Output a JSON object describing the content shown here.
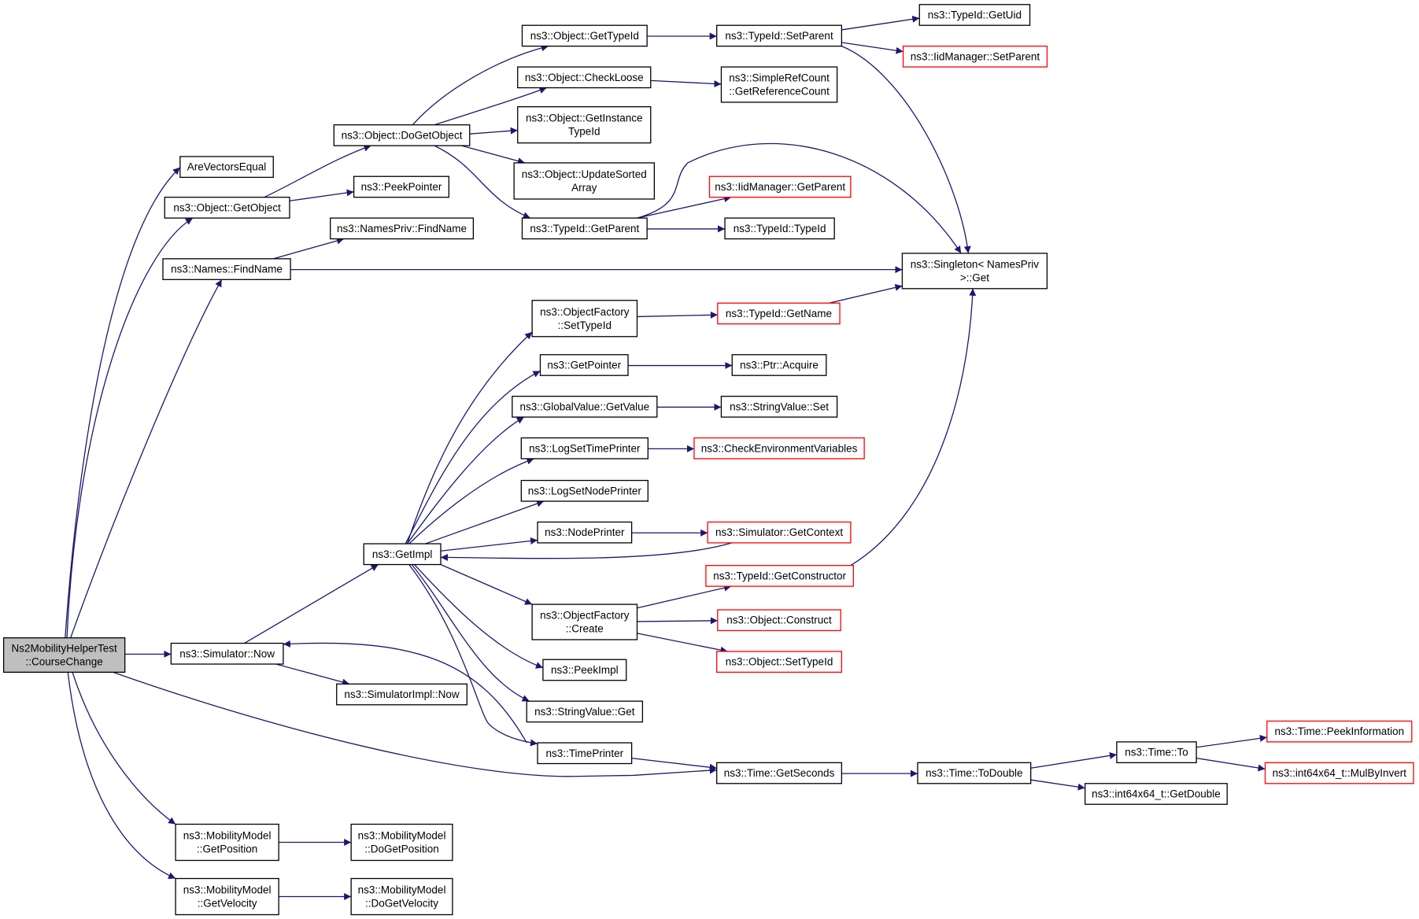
{
  "colors": {
    "edge": "#191970",
    "node_border": "#000000",
    "truncated_node_border": "#ff0000",
    "root_fill": "#bfbfbf",
    "background": "#ffffff"
  },
  "graph": {
    "root": "Ns2MobilityHelperTest::CourseChange",
    "nodes": [
      {
        "id": "root",
        "lines": [
          "Ns2MobilityHelperTest",
          "::CourseChange"
        ],
        "root": true
      },
      {
        "id": "are_vectors_equal",
        "lines": [
          "AreVectorsEqual"
        ]
      },
      {
        "id": "object_getobject",
        "lines": [
          "ns3::Object::GetObject"
        ]
      },
      {
        "id": "names_findname",
        "lines": [
          "ns3::Names::FindName"
        ]
      },
      {
        "id": "simulator_now",
        "lines": [
          "ns3::Simulator::Now"
        ]
      },
      {
        "id": "mm_getposition",
        "lines": [
          "ns3::MobilityModel",
          "::GetPosition"
        ]
      },
      {
        "id": "mm_getvelocity",
        "lines": [
          "ns3::MobilityModel",
          "::GetVelocity"
        ]
      },
      {
        "id": "object_dogetobject",
        "lines": [
          "ns3::Object::DoGetObject"
        ]
      },
      {
        "id": "peekpointer",
        "lines": [
          "ns3::PeekPointer"
        ]
      },
      {
        "id": "namespriv_findname",
        "lines": [
          "ns3::NamesPriv::FindName"
        ]
      },
      {
        "id": "getimpl",
        "lines": [
          "ns3::GetImpl"
        ]
      },
      {
        "id": "simulatorimpl_now",
        "lines": [
          "ns3::SimulatorImpl::Now"
        ]
      },
      {
        "id": "mm_dogetposition",
        "lines": [
          "ns3::MobilityModel",
          "::DoGetPosition"
        ]
      },
      {
        "id": "mm_dogetvelocity",
        "lines": [
          "ns3::MobilityModel",
          "::DoGetVelocity"
        ]
      },
      {
        "id": "object_gettypeid",
        "lines": [
          "ns3::Object::GetTypeId"
        ]
      },
      {
        "id": "object_checkloose",
        "lines": [
          "ns3::Object::CheckLoose"
        ]
      },
      {
        "id": "object_getinstancetypeid",
        "lines": [
          "ns3::Object::GetInstance",
          "TypeId"
        ]
      },
      {
        "id": "object_updatesortedarray",
        "lines": [
          "ns3::Object::UpdateSorted",
          "Array"
        ]
      },
      {
        "id": "typeid_getparent",
        "lines": [
          "ns3::TypeId::GetParent"
        ]
      },
      {
        "id": "objectfactory_settypeid",
        "lines": [
          "ns3::ObjectFactory",
          "::SetTypeId"
        ]
      },
      {
        "id": "getpointer",
        "lines": [
          "ns3::GetPointer"
        ]
      },
      {
        "id": "globalvalue_getvalue",
        "lines": [
          "ns3::GlobalValue::GetValue"
        ]
      },
      {
        "id": "logsettimeprinter",
        "lines": [
          "ns3::LogSetTimePrinter"
        ]
      },
      {
        "id": "logsetnodeprinter",
        "lines": [
          "ns3::LogSetNodePrinter"
        ]
      },
      {
        "id": "nodeprinter",
        "lines": [
          "ns3::NodePrinter"
        ]
      },
      {
        "id": "objectfactory_create",
        "lines": [
          "ns3::ObjectFactory",
          "::Create"
        ]
      },
      {
        "id": "peekimpl",
        "lines": [
          "ns3::PeekImpl"
        ]
      },
      {
        "id": "stringvalue_get",
        "lines": [
          "ns3::StringValue::Get"
        ]
      },
      {
        "id": "timeprinter",
        "lines": [
          "ns3::TimePrinter"
        ]
      },
      {
        "id": "typeid_setparent",
        "lines": [
          "ns3::TypeId::SetParent"
        ]
      },
      {
        "id": "simplerefcount",
        "lines": [
          "ns3::SimpleRefCount",
          "::GetReferenceCount"
        ]
      },
      {
        "id": "iidmanager_getparent",
        "lines": [
          "ns3::IidManager::GetParent"
        ],
        "truncated": true
      },
      {
        "id": "typeid_typeid",
        "lines": [
          "ns3::TypeId::TypeId"
        ]
      },
      {
        "id": "typeid_getname",
        "lines": [
          "ns3::TypeId::GetName"
        ],
        "truncated": true
      },
      {
        "id": "ptr_acquire",
        "lines": [
          "ns3::Ptr::Acquire"
        ]
      },
      {
        "id": "stringvalue_set",
        "lines": [
          "ns3::StringValue::Set"
        ]
      },
      {
        "id": "checkenvvars",
        "lines": [
          "ns3::CheckEnvironmentVariables"
        ],
        "truncated": true
      },
      {
        "id": "simulator_getcontext",
        "lines": [
          "ns3::Simulator::GetContext"
        ],
        "truncated": true
      },
      {
        "id": "typeid_getconstructor",
        "lines": [
          "ns3::TypeId::GetConstructor"
        ],
        "truncated": true
      },
      {
        "id": "object_construct",
        "lines": [
          "ns3::Object::Construct"
        ],
        "truncated": true
      },
      {
        "id": "object_settypeid",
        "lines": [
          "ns3::Object::SetTypeId"
        ],
        "truncated": true
      },
      {
        "id": "time_getseconds",
        "lines": [
          "ns3::Time::GetSeconds"
        ]
      },
      {
        "id": "typeid_getuid",
        "lines": [
          "ns3::TypeId::GetUid"
        ]
      },
      {
        "id": "iidmanager_setparent",
        "lines": [
          "ns3::IidManager::SetParent"
        ],
        "truncated": true
      },
      {
        "id": "singleton_get",
        "lines": [
          "ns3::Singleton< NamesPriv",
          ">::Get"
        ]
      },
      {
        "id": "time_todouble",
        "lines": [
          "ns3::Time::ToDouble"
        ]
      },
      {
        "id": "time_to",
        "lines": [
          "ns3::Time::To"
        ]
      },
      {
        "id": "int64x64_getdouble",
        "lines": [
          "ns3::int64x64_t::GetDouble"
        ]
      },
      {
        "id": "time_peekinformation",
        "lines": [
          "ns3::Time::PeekInformation"
        ],
        "truncated": true
      },
      {
        "id": "int64x64_mulbyinvert",
        "lines": [
          "ns3::int64x64_t::MulByInvert"
        ],
        "truncated": true
      }
    ],
    "edges": [
      {
        "from": "root",
        "to": "are_vectors_equal"
      },
      {
        "from": "root",
        "to": "object_getobject"
      },
      {
        "from": "root",
        "to": "names_findname"
      },
      {
        "from": "root",
        "to": "simulator_now"
      },
      {
        "from": "root",
        "to": "time_getseconds"
      },
      {
        "from": "root",
        "to": "mm_getposition"
      },
      {
        "from": "root",
        "to": "mm_getvelocity"
      },
      {
        "from": "object_getobject",
        "to": "object_dogetobject"
      },
      {
        "from": "object_getobject",
        "to": "peekpointer"
      },
      {
        "from": "object_dogetobject",
        "to": "object_gettypeid"
      },
      {
        "from": "object_dogetobject",
        "to": "object_checkloose"
      },
      {
        "from": "object_dogetobject",
        "to": "object_getinstancetypeid"
      },
      {
        "from": "object_dogetobject",
        "to": "object_updatesortedarray"
      },
      {
        "from": "object_dogetobject",
        "to": "typeid_getparent"
      },
      {
        "from": "object_gettypeid",
        "to": "typeid_setparent"
      },
      {
        "from": "typeid_setparent",
        "to": "typeid_getuid"
      },
      {
        "from": "typeid_setparent",
        "to": "iidmanager_setparent"
      },
      {
        "from": "typeid_setparent",
        "to": "singleton_get"
      },
      {
        "from": "object_checkloose",
        "to": "simplerefcount"
      },
      {
        "from": "typeid_getparent",
        "to": "iidmanager_getparent"
      },
      {
        "from": "typeid_getparent",
        "to": "typeid_typeid"
      },
      {
        "from": "typeid_getparent",
        "to": "singleton_get"
      },
      {
        "from": "names_findname",
        "to": "namespriv_findname"
      },
      {
        "from": "names_findname",
        "to": "singleton_get"
      },
      {
        "from": "simulator_now",
        "to": "getimpl"
      },
      {
        "from": "simulator_now",
        "to": "simulatorimpl_now"
      },
      {
        "from": "getimpl",
        "to": "objectfactory_settypeid"
      },
      {
        "from": "getimpl",
        "to": "getpointer"
      },
      {
        "from": "getimpl",
        "to": "globalvalue_getvalue"
      },
      {
        "from": "getimpl",
        "to": "logsettimeprinter"
      },
      {
        "from": "getimpl",
        "to": "logsetnodeprinter"
      },
      {
        "from": "getimpl",
        "to": "nodeprinter"
      },
      {
        "from": "getimpl",
        "to": "objectfactory_create"
      },
      {
        "from": "getimpl",
        "to": "peekimpl"
      },
      {
        "from": "getimpl",
        "to": "stringvalue_get"
      },
      {
        "from": "getimpl",
        "to": "timeprinter"
      },
      {
        "from": "objectfactory_settypeid",
        "to": "typeid_getname"
      },
      {
        "from": "typeid_getname",
        "to": "singleton_get"
      },
      {
        "from": "getpointer",
        "to": "ptr_acquire"
      },
      {
        "from": "globalvalue_getvalue",
        "to": "stringvalue_set"
      },
      {
        "from": "logsettimeprinter",
        "to": "checkenvvars"
      },
      {
        "from": "nodeprinter",
        "to": "simulator_getcontext"
      },
      {
        "from": "simulator_getcontext",
        "to": "getimpl"
      },
      {
        "from": "objectfactory_create",
        "to": "typeid_getconstructor"
      },
      {
        "from": "objectfactory_create",
        "to": "object_construct"
      },
      {
        "from": "objectfactory_create",
        "to": "object_settypeid"
      },
      {
        "from": "typeid_getconstructor",
        "to": "singleton_get"
      },
      {
        "from": "timeprinter",
        "to": "simulator_now"
      },
      {
        "from": "timeprinter",
        "to": "time_getseconds"
      },
      {
        "from": "time_getseconds",
        "to": "time_todouble"
      },
      {
        "from": "time_todouble",
        "to": "time_to"
      },
      {
        "from": "time_todouble",
        "to": "int64x64_getdouble"
      },
      {
        "from": "time_to",
        "to": "time_peekinformation"
      },
      {
        "from": "time_to",
        "to": "int64x64_mulbyinvert"
      },
      {
        "from": "mm_getposition",
        "to": "mm_dogetposition"
      },
      {
        "from": "mm_getvelocity",
        "to": "mm_dogetvelocity"
      }
    ]
  }
}
